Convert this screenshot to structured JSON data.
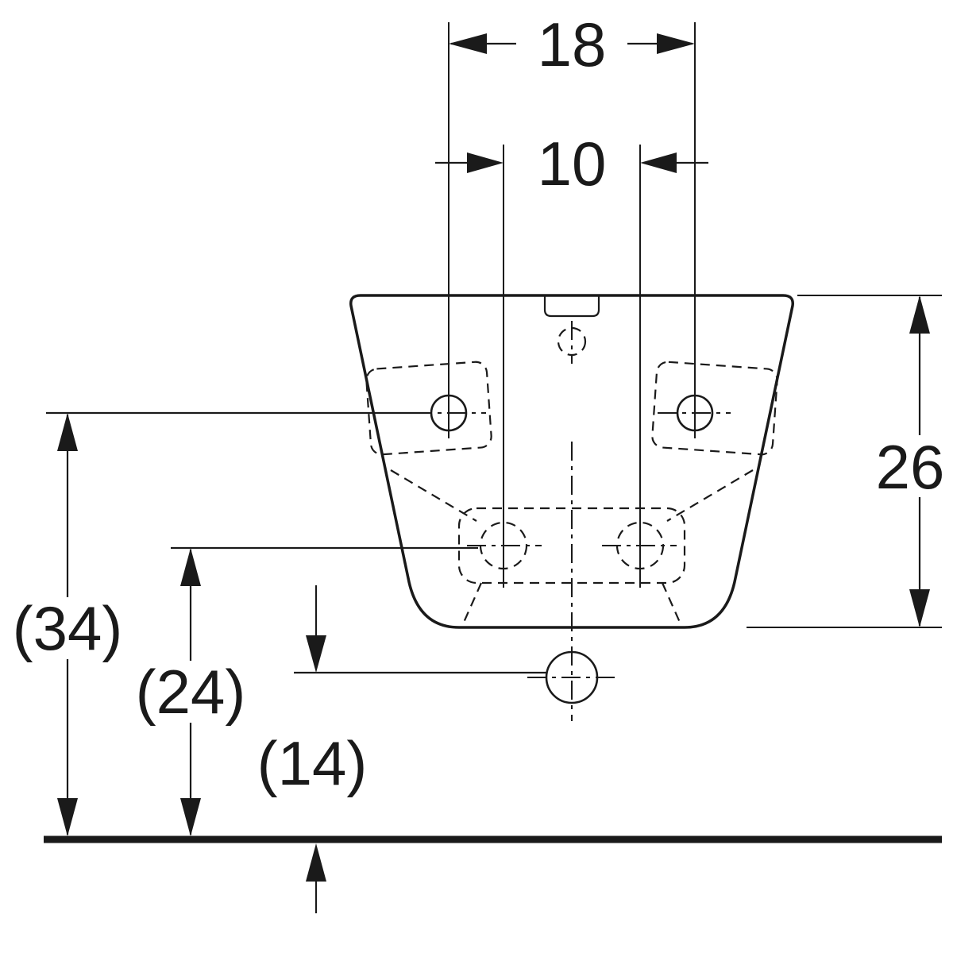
{
  "labels": {
    "top_width": "18",
    "inner_width": "10",
    "right_height": "26",
    "left_height_outer": "(34)",
    "left_height_middle": "(24)",
    "left_height_inner": "(14)"
  },
  "colors": {
    "line": "#1a1a1a",
    "background": "#ffffff"
  }
}
